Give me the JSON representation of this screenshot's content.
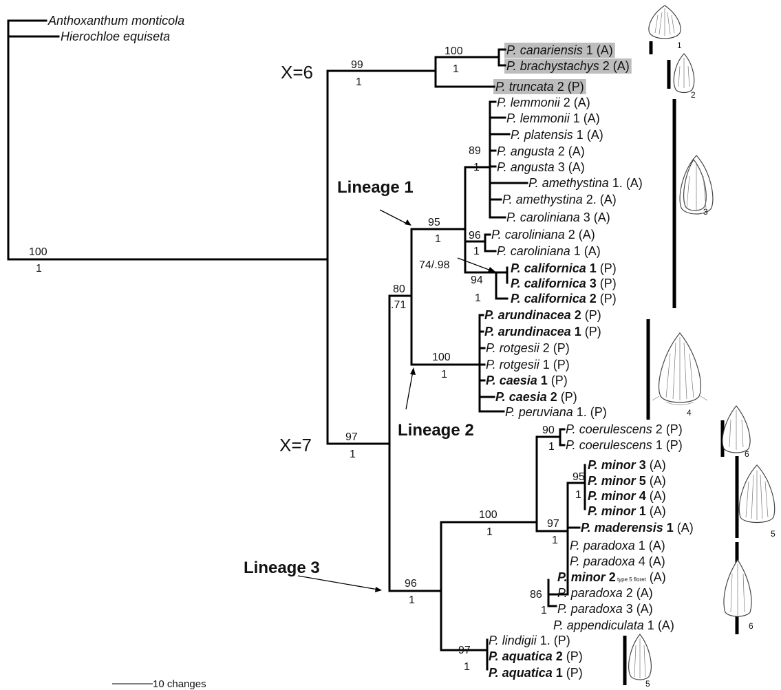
{
  "outgroups": [
    "Anthoxanthum monticola",
    "Hierochloe equiseta"
  ],
  "basal_support": {
    "bootstrap": "100",
    "posterior": "1"
  },
  "ploidy_labels": {
    "x6": "X=6",
    "x7": "X=7"
  },
  "lineage_labels": {
    "l1": "Lineage 1",
    "l2": "Lineage 2",
    "l3": "Lineage 3"
  },
  "support": {
    "x6": {
      "bs": "99",
      "pp": "1"
    },
    "canariensis_clade": {
      "bs": "100",
      "pp": "1"
    },
    "x7": {
      "bs": "97",
      "pp": "1"
    },
    "l1l2": {
      "bs": "80",
      "pp": ".71"
    },
    "lineage1": {
      "bs": "95",
      "pp": "1"
    },
    "sub89": {
      "bs": "89",
      "pp": "1"
    },
    "caroliniana": {
      "bs": "96",
      "pp": "1"
    },
    "californica": {
      "bs": "94",
      "pp": "1"
    },
    "californica_inner": "74/.98",
    "lineage2": {
      "bs": "100",
      "pp": "1"
    },
    "lineage3": {
      "bs": "96",
      "pp": "1"
    },
    "sub100": {
      "bs": "100",
      "pp": "1"
    },
    "coerulescens": {
      "bs": "90",
      "pp": "1"
    },
    "minor_paradoxa": {
      "bs": "97",
      "pp": "1"
    },
    "minor": {
      "bs": "95",
      "pp": "1"
    },
    "paradoxa": {
      "bs": "86",
      "pp": "1"
    },
    "aquatica": {
      "bs": "97",
      "pp": "1"
    }
  },
  "taxa": [
    {
      "genus": "P.",
      "epithet": "canariensis",
      "num": "1",
      "tag": "(A)",
      "bold": false,
      "highlight": true
    },
    {
      "genus": "P.",
      "epithet": "brachystachys",
      "num": "2",
      "tag": "(A)",
      "bold": false,
      "highlight": true
    },
    {
      "genus": "P.",
      "epithet": "truncata",
      "num": "2",
      "tag": "(P)",
      "bold": false,
      "highlight": true
    },
    {
      "genus": "P.",
      "epithet": "lemmonii",
      "num": "2",
      "tag": "(A)",
      "bold": false
    },
    {
      "genus": "P.",
      "epithet": "lemmonii",
      "num": "1",
      "tag": "(A)",
      "bold": false
    },
    {
      "genus": "P.",
      "epithet": "platensis",
      "num": "1",
      "tag": "(A)",
      "bold": false
    },
    {
      "genus": "P.",
      "epithet": "angusta",
      "num": "2",
      "tag": "(A)",
      "bold": false
    },
    {
      "genus": "P.",
      "epithet": "angusta",
      "num": "3",
      "tag": "(A)",
      "bold": false
    },
    {
      "genus": "P.",
      "epithet": "amethystina",
      "num": "1.",
      "tag": "(A)",
      "bold": false
    },
    {
      "genus": "P.",
      "epithet": "amethystina",
      "num": "2.",
      "tag": "(A)",
      "bold": false
    },
    {
      "genus": "P.",
      "epithet": "caroliniana",
      "num": "3",
      "tag": "(A)",
      "bold": false
    },
    {
      "genus": "P.",
      "epithet": "caroliniana",
      "num": "2",
      "tag": "(A)",
      "bold": false
    },
    {
      "genus": "P.",
      "epithet": "caroliniana",
      "num": "1",
      "tag": "(A)",
      "bold": false
    },
    {
      "genus": "P.",
      "epithet": "californica",
      "num": "1",
      "tag": "(P)",
      "bold": true
    },
    {
      "genus": "P.",
      "epithet": "californica",
      "num": "3",
      "tag": "(P)",
      "bold": true
    },
    {
      "genus": "P.",
      "epithet": "californica",
      "num": "2",
      "tag": "(P)",
      "bold": true
    },
    {
      "genus": "P.",
      "epithet": "arundinacea",
      "num": "2",
      "tag": "(P)",
      "bold": true
    },
    {
      "genus": "P.",
      "epithet": "arundinacea",
      "num": "1",
      "tag": "(P)",
      "bold": true
    },
    {
      "genus": "P.",
      "epithet": "rotgesii",
      "num": "2",
      "tag": "(P)",
      "bold": false
    },
    {
      "genus": "P.",
      "epithet": "rotgesii",
      "num": "1",
      "tag": "(P)",
      "bold": false
    },
    {
      "genus": "P.",
      "epithet": "caesia",
      "num": "1",
      "tag": "(P)",
      "bold": true
    },
    {
      "genus": "P.",
      "epithet": "caesia",
      "num": "2",
      "tag": "(P)",
      "bold": true
    },
    {
      "genus": "P.",
      "epithet": "peruviana",
      "num": "1.",
      "tag": "(P)",
      "bold": false
    },
    {
      "genus": "P.",
      "epithet": "coerulescens",
      "num": "2",
      "tag": "(P)",
      "bold": false
    },
    {
      "genus": "P.",
      "epithet": "coerulescens",
      "num": "1",
      "tag": "(P)",
      "bold": false
    },
    {
      "genus": "P.",
      "epithet": "minor",
      "num": "3",
      "tag": "(A)",
      "bold": true
    },
    {
      "genus": "P.",
      "epithet": "minor",
      "num": "5",
      "tag": "(A)",
      "bold": true
    },
    {
      "genus": "P.",
      "epithet": "minor",
      "num": "4",
      "tag": "(A)",
      "bold": true
    },
    {
      "genus": "P.",
      "epithet": "minor",
      "num": "1",
      "tag": "(A)",
      "bold": true
    },
    {
      "genus": "P.",
      "epithet": "maderensis",
      "num": "1",
      "tag": "(A)",
      "bold": true
    },
    {
      "genus": "P.",
      "epithet": "paradoxa",
      "num": "1",
      "tag": "(A)",
      "bold": false
    },
    {
      "genus": "P.",
      "epithet": "paradoxa",
      "num": "4",
      "tag": "(A)",
      "bold": false
    },
    {
      "genus": "P.",
      "epithet": "minor",
      "num": "2",
      "note": "type 5 floret",
      "tag": "(A)",
      "bold": true
    },
    {
      "genus": "P.",
      "epithet": "paradoxa",
      "num": "2",
      "tag": "(A)",
      "bold": false
    },
    {
      "genus": "P.",
      "epithet": "paradoxa",
      "num": "3",
      "tag": "(A)",
      "bold": false
    },
    {
      "genus": "P.",
      "epithet": "appendiculata",
      "num": "1",
      "tag": "(A)",
      "bold": false
    },
    {
      "genus": "P.",
      "epithet": "lindigii",
      "num": "1.",
      "tag": "(P)",
      "bold": false
    },
    {
      "genus": "P.",
      "epithet": "aquatica",
      "num": "2",
      "tag": "(P)",
      "bold": true
    },
    {
      "genus": "P.",
      "epithet": "aquatica",
      "num": "1",
      "tag": "(P)",
      "bold": true
    }
  ],
  "floret_types": [
    "1",
    "2",
    "3",
    "4",
    "6",
    "5",
    "6",
    "5"
  ],
  "scale_bar": "10 changes",
  "highlight_color": "#bdbdbd"
}
